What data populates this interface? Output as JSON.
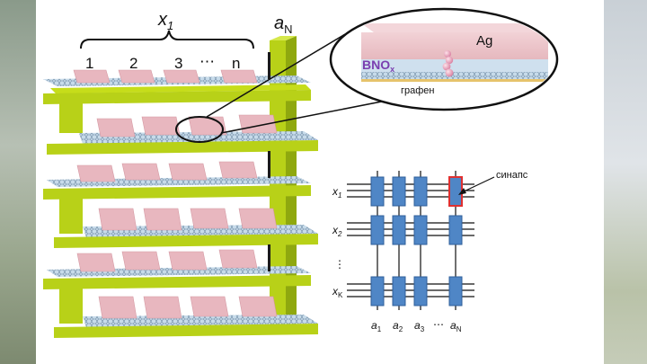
{
  "labels": {
    "x1_top": "x",
    "x1_top_sub": "1",
    "aN_top": "a",
    "aN_top_sub": "N",
    "cols": [
      "1",
      "2",
      "3",
      "⋯",
      "n"
    ],
    "ag": "Ag",
    "bno": "BNO",
    "bno_sub": "x",
    "graphene": "графен",
    "synapse": "синапс",
    "rows": [
      {
        "main": "x",
        "sub": "1"
      },
      {
        "main": "x",
        "sub": "2"
      },
      {
        "main": "⋮",
        "sub": ""
      },
      {
        "main": "x",
        "sub": "K"
      }
    ],
    "bottom": [
      {
        "main": "a",
        "sub": "1"
      },
      {
        "main": "a",
        "sub": "2"
      },
      {
        "main": "a",
        "sub": "3"
      },
      {
        "main": "⋯",
        "sub": ""
      },
      {
        "main": "a",
        "sub": "N"
      }
    ]
  },
  "colors": {
    "yellow_green": "#c6dd1a",
    "yellow_dark": "#8fa80f",
    "pink_pad": "#e8b7bf",
    "graphene_blue": "#b9d3e8",
    "cell_blue": "#4f86c6",
    "synapse_red": "#e03030",
    "bno_purple": "#7a3fb0"
  },
  "icons": [
    "atom-chain-icon"
  ]
}
